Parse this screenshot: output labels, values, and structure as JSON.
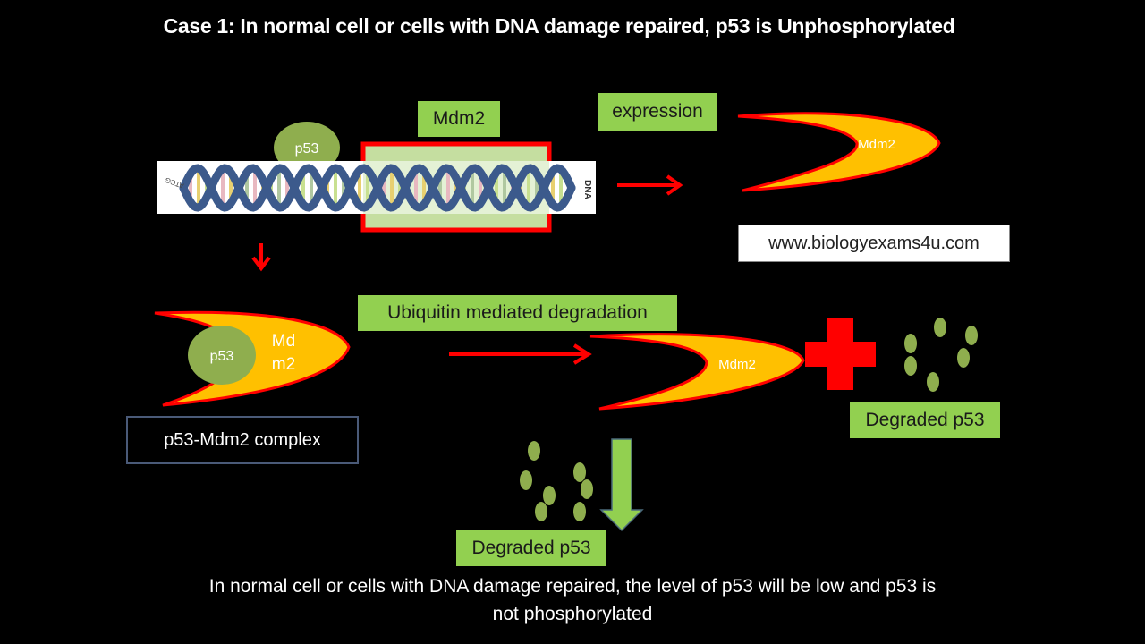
{
  "title": "Case 1: In normal cell or cells with DNA damage repaired, p53 is Unphosphorylated",
  "caption_line1": "In normal cell or cells with DNA damage repaired, the level of p53 will be low and p53 is",
  "caption_line2": "not phosphorylated",
  "dna": {
    "p53_label": "p53",
    "gene_label": "Mdm2",
    "dna_text": "DNA",
    "strand_text": "ATCG"
  },
  "expression_label": "expression",
  "mdm2_protein_label": "Mdm2",
  "website": "www.biologyexams4u.com",
  "complex": {
    "p53_label": "p53",
    "mdm2_label_line1": "Md",
    "mdm2_label_line2": "m2",
    "name": "p53-Mdm2 complex"
  },
  "degradation_label": "Ubiquitin mediated degradation",
  "mdm2_degrade_label": "Mdm2",
  "degraded_right_label": "Degraded p53",
  "degraded_bottom_label": "Degraded p53",
  "colors": {
    "green": "#92d050",
    "olive": "#8fae4e",
    "red": "#ff0000",
    "orange": "#ffc000",
    "dna_blue": "#3c5a8c"
  }
}
